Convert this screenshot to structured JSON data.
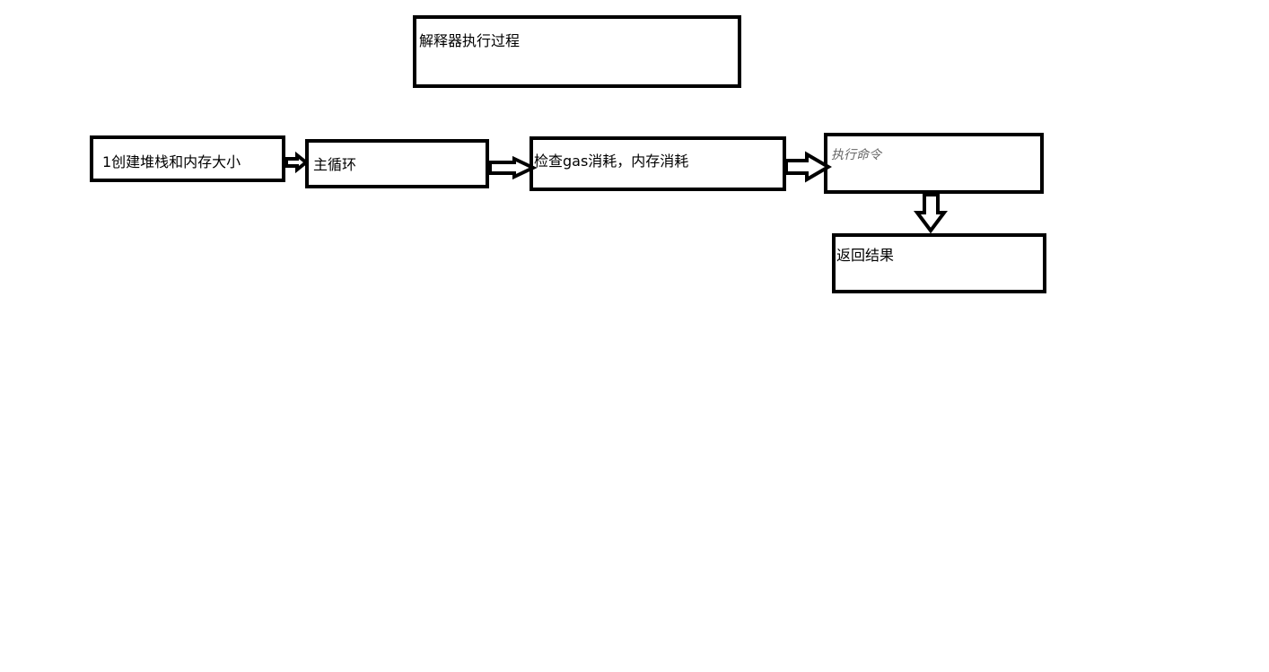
{
  "diagram": {
    "title_box": {
      "label": "解释器执行过程"
    },
    "steps": {
      "create_stack": {
        "label": "1创建堆栈和内存大小"
      },
      "main_loop": {
        "label": "主循环"
      },
      "check_gas": {
        "label": "检查gas消耗，内存消耗"
      },
      "execute_command": {
        "label": "执行命令"
      },
      "return_result": {
        "label": "返回结果"
      }
    },
    "arrows": [
      {
        "from": "create_stack",
        "to": "main_loop",
        "direction": "right"
      },
      {
        "from": "main_loop",
        "to": "check_gas",
        "direction": "right"
      },
      {
        "from": "check_gas",
        "to": "execute_command",
        "direction": "right"
      },
      {
        "from": "execute_command",
        "to": "return_result",
        "direction": "down"
      }
    ]
  }
}
